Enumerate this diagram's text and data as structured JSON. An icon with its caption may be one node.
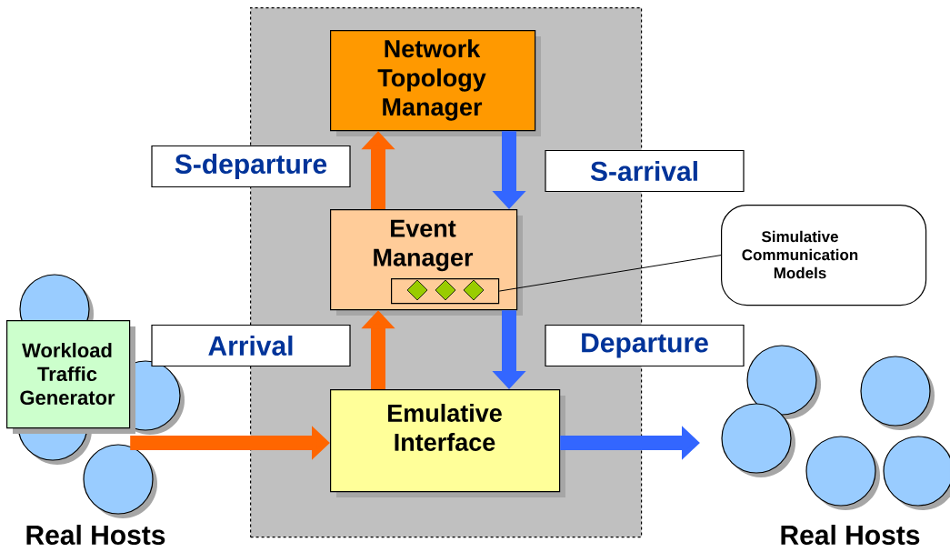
{
  "diagram": {
    "nodes": [
      {
        "text": [],
        "shape": "box"
      },
      {
        "text": [
          "Network Topology Manager"
        ],
        "in": 0
      },
      {
        "text": [
          "Event Manager"
        ],
        "in": 0
      },
      {
        "text": [],
        "shape": "box",
        "in": 2
      },
      {
        "text": [
          "Emulative Interface"
        ],
        "in": 0
      },
      {
        "text": [
          "Simulative Communication Models"
        ]
      },
      {
        "text": [
          "Workload Traffic Generator"
        ]
      }
    ],
    "edges": [
      {
        "from": 2,
        "to": 1,
        "arrow": "to",
        "color": "#ff6600",
        "label": "S-departure"
      },
      {
        "from": 1,
        "to": 2,
        "arrow": "to",
        "color": "#3366ff",
        "label": "S-arrival"
      },
      {
        "from": 4,
        "to": 2,
        "arrow": "to",
        "color": "#ff6600",
        "label": "Arrival"
      },
      {
        "from": 2,
        "to": 4,
        "arrow": "to",
        "color": "#3366ff",
        "label": "Departure"
      },
      {
        "from": 6,
        "to": 4,
        "arrow": "to",
        "color": "#ff6600"
      },
      {
        "from": 4,
        "to": null,
        "arrow": "to",
        "color": "#3366ff"
      },
      {
        "from": 5,
        "to": 3,
        "arrow": "none",
        "color": "#000000"
      }
    ],
    "labels": [
      "Real Hosts",
      "Real Hosts"
    ]
  }
}
